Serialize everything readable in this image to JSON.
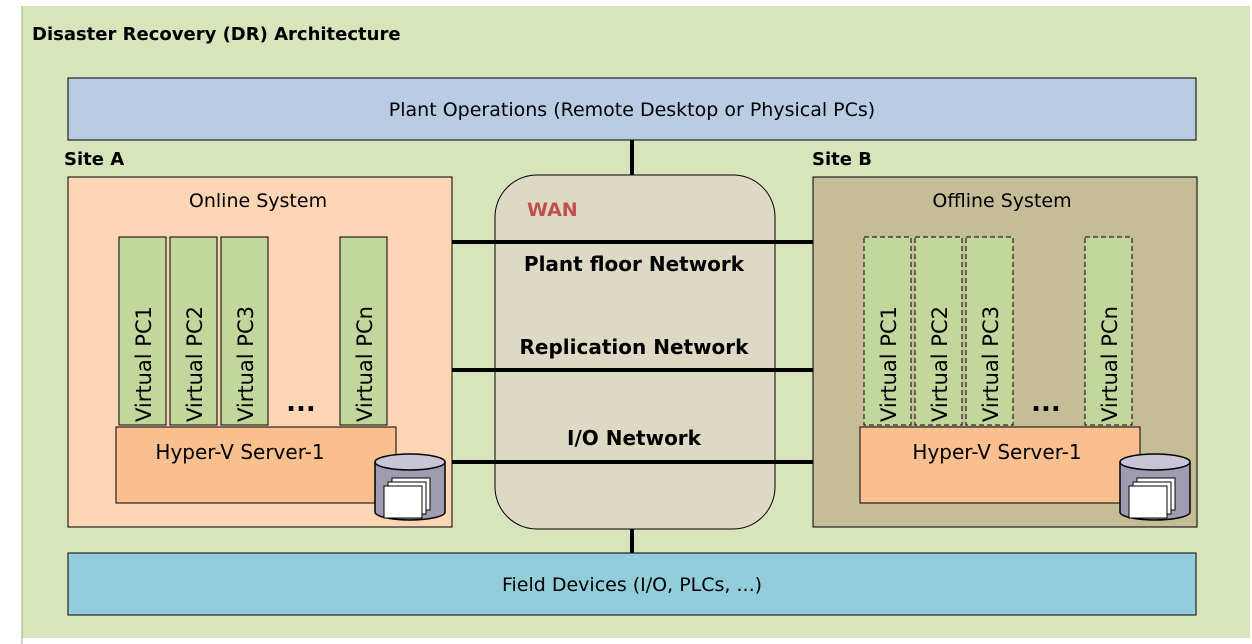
{
  "title": "Disaster Recovery (DR) Architecture",
  "plant_operations": "Plant Operations (Remote Desktop or Physical PCs)",
  "field_devices": "Field Devices (I/O, PLCs, ...)",
  "site_a": {
    "label": "Site A",
    "system": "Online System",
    "vms": [
      "Virtual PC1",
      "Virtual PC2",
      "Virtual PC3",
      "Virtual PCn"
    ],
    "ellipsis": "...",
    "server": "Hyper-V Server-1"
  },
  "site_b": {
    "label": "Site B",
    "system": "Offline System",
    "vms": [
      "Virtual PC1",
      "Virtual PC2",
      "Virtual PC3",
      "Virtual PCn"
    ],
    "ellipsis": "...",
    "server": "Hyper-V Server-1"
  },
  "wan": {
    "label": "WAN",
    "networks": [
      "Plant floor Network",
      "Replication Network",
      "I/O Network"
    ]
  },
  "colors": {
    "background": "#d8e4bc",
    "plant_ops": "#b8cce4",
    "field_devices": "#92cddc",
    "site_a": "#fcd5b4",
    "site_b": "#c4bd97",
    "wan": "#ddd9c4",
    "vm_fill": "#c3d69b",
    "server": "#fabf8f",
    "wan_text": "#c0504d"
  }
}
